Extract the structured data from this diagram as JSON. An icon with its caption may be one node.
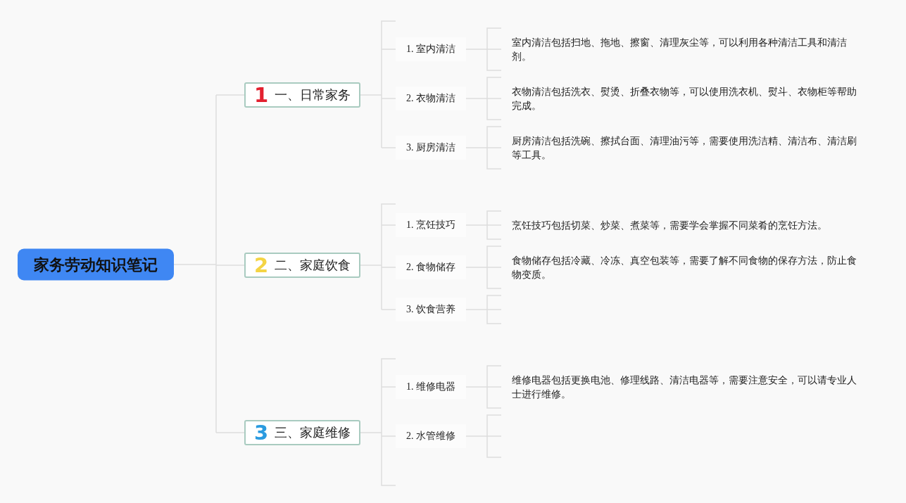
{
  "diagram": {
    "nodes": [
      {
        "text": [
          "家务劳动知识笔记"
        ]
      },
      {
        "text": [
          "1",
          "一、日常家务"
        ]
      },
      {
        "text": [
          "1. 室内清洁"
        ]
      },
      {
        "text": [
          "室内清洁包括扫地、拖地、擦窗、清理灰尘等，可以利用各种清洁工具和清洁剂。"
        ]
      },
      {
        "text": [
          "2. 衣物清洁"
        ]
      },
      {
        "text": [
          "衣物清洁包括洗衣、熨烫、折叠衣物等，可以使用洗衣机、熨斗、衣物柜等帮助完成。"
        ]
      },
      {
        "text": [
          "3. 厨房清洁"
        ]
      },
      {
        "text": [
          "厨房清洁包括洗碗、擦拭台面、清理油污等，需要使用洗洁精、清洁布、清洁刷等工具。"
        ]
      },
      {
        "text": [
          "2",
          "二、家庭饮食"
        ]
      },
      {
        "text": [
          "1. 烹饪技巧"
        ]
      },
      {
        "text": [
          "烹饪技巧包括切菜、炒菜、煮菜等，需要学会掌握不同菜肴的烹饪方法。"
        ]
      },
      {
        "text": [
          "2. 食物储存"
        ]
      },
      {
        "text": [
          "食物储存包括冷藏、冷冻、真空包装等，需要了解不同食物的保存方法，防止食物变质。"
        ]
      },
      {
        "text": [
          "3. 饮食营养"
        ]
      },
      {
        "text": [
          "3",
          "三、家庭维修"
        ]
      },
      {
        "text": [
          "1. 维修电器"
        ]
      },
      {
        "text": [
          "维修电器包括更换电池、修理线路、清洁电器等，需要注意安全，可以请专业人士进行维修。"
        ]
      },
      {
        "text": [
          "2. 水管维修"
        ]
      }
    ],
    "edges": [
      {
        "from": 0,
        "to": 1,
        "arrow": "none"
      },
      {
        "from": 0,
        "to": 8,
        "arrow": "none"
      },
      {
        "from": 0,
        "to": 14,
        "arrow": "none"
      },
      {
        "from": 1,
        "to": 2,
        "arrow": "none"
      },
      {
        "from": 1,
        "to": 4,
        "arrow": "none"
      },
      {
        "from": 1,
        "to": 6,
        "arrow": "none"
      },
      {
        "from": 2,
        "to": 3,
        "arrow": "none"
      },
      {
        "from": 4,
        "to": 5,
        "arrow": "none"
      },
      {
        "from": 6,
        "to": 7,
        "arrow": "none"
      },
      {
        "from": 8,
        "to": 9,
        "arrow": "none"
      },
      {
        "from": 8,
        "to": 11,
        "arrow": "none"
      },
      {
        "from": 8,
        "to": 13,
        "arrow": "none"
      },
      {
        "from": 9,
        "to": 10,
        "arrow": "none"
      },
      {
        "from": 11,
        "to": 12,
        "arrow": "none"
      },
      {
        "from": 13,
        "to": null,
        "arrow": "none"
      },
      {
        "from": 14,
        "to": 15,
        "arrow": "none"
      },
      {
        "from": 14,
        "to": 17,
        "arrow": "none"
      },
      {
        "from": 15,
        "to": 16,
        "arrow": "none"
      },
      {
        "from": 17,
        "to": null,
        "arrow": "none"
      }
    ]
  }
}
